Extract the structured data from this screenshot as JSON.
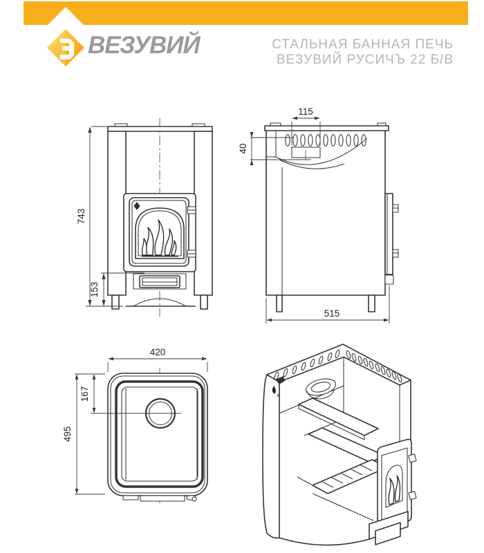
{
  "header": {
    "brand": "ВЕЗУВИЙ",
    "title_line1": "СТАЛЬНАЯ БАННАЯ ПЕЧЬ",
    "title_line2": "ВЕЗУВИЙ РУСИЧЪ 22 Б/В"
  },
  "colors": {
    "accent": "#F7AE1B",
    "brand_text": "#9A9A9A",
    "title_text": "#B5B5B5",
    "line": "#333333"
  },
  "dimensions": {
    "front_view": {
      "overall_height": "743",
      "base_height": "153"
    },
    "side_view": {
      "top_opening_width": "115",
      "collar_height": "40",
      "overall_depth": "515"
    },
    "top_view": {
      "overall_width": "420",
      "chimney_offset": "167",
      "overall_depth": "495"
    }
  }
}
